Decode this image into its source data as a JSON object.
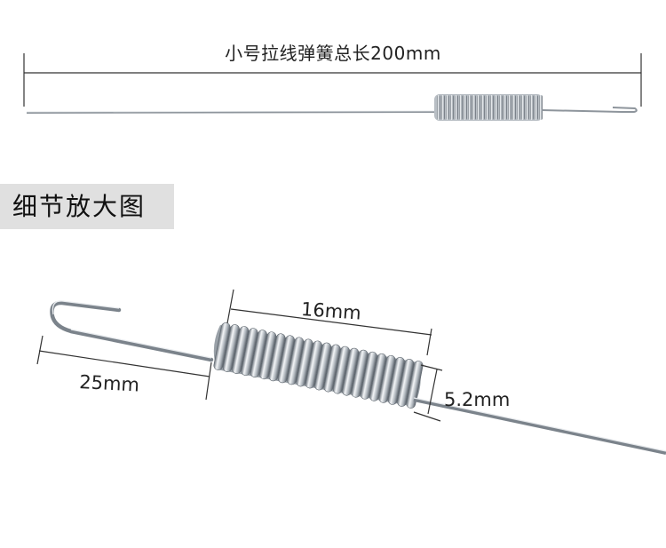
{
  "top": {
    "total_length_label": "小号拉线弹簧总长200mm"
  },
  "detail": {
    "heading": "细节放大图",
    "coil_length_label": "16mm",
    "hook_arm_length_label": "25mm",
    "coil_diameter_label": "5.2mm"
  },
  "colors": {
    "steel_light": "#f2f4f6",
    "steel_mid": "#a9b0b7",
    "steel_dark": "#5e666e",
    "dimension_line": "#333333",
    "heading_bg": "#e0e0e0"
  }
}
